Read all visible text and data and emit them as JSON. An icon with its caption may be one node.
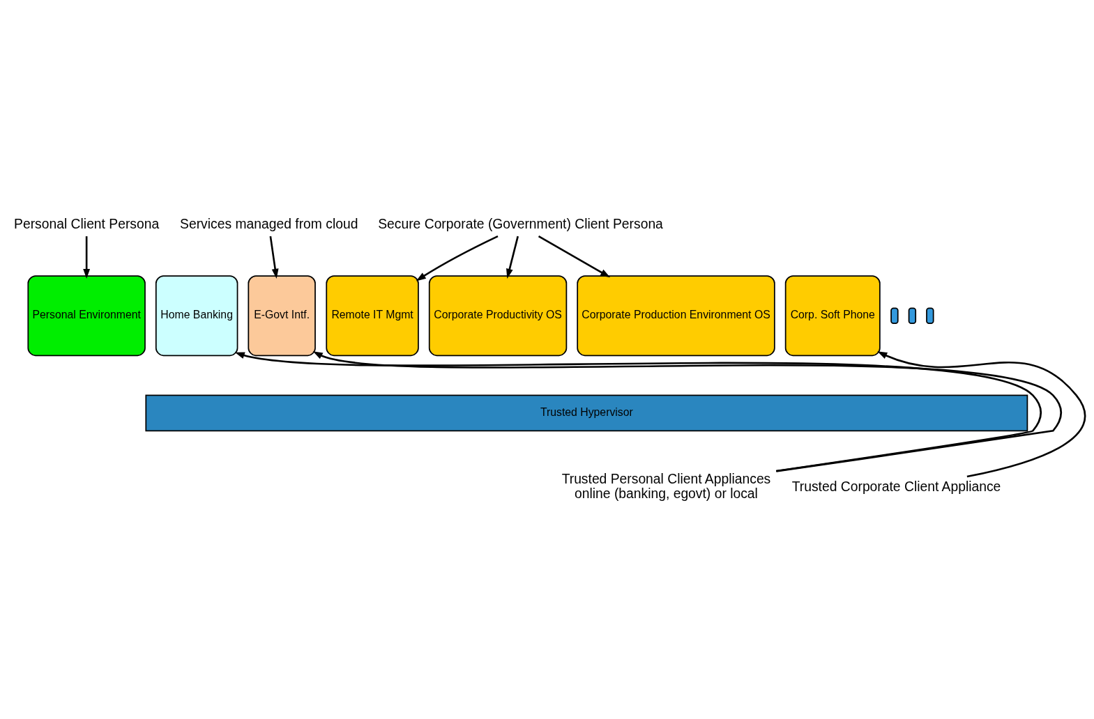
{
  "diagram": {
    "nodes": [
      {
        "text": [
          "Personal Client Persona"
        ]
      },
      {
        "text": [
          "Services managed from cloud"
        ]
      },
      {
        "text": [
          "Secure Corporate (Government) Client Persona"
        ]
      },
      {
        "text": [
          "Personal Environment"
        ]
      },
      {
        "text": [
          "Home Banking"
        ]
      },
      {
        "text": [
          "E-Govt Intf."
        ]
      },
      {
        "text": [
          "Remote IT Mgmt"
        ]
      },
      {
        "text": [
          "Corporate Productivity OS"
        ]
      },
      {
        "text": [
          "Corporate Production Environment OS"
        ]
      },
      {
        "text": [
          "Corp. Soft Phone"
        ]
      },
      {
        "text": [],
        "shape": "bar"
      },
      {
        "text": [],
        "shape": "bar"
      },
      {
        "text": [],
        "shape": "bar"
      },
      {
        "text": [
          "Trusted Hypervisor"
        ]
      },
      {
        "text": [
          "Trusted Personal Client Appliances",
          "online (banking, egovt) or local"
        ]
      },
      {
        "text": [
          "Trusted Corporate Client Appliance"
        ]
      }
    ],
    "edges": [
      {
        "from": 0,
        "to": 3,
        "arrow": "to"
      },
      {
        "from": 1,
        "to": 5,
        "arrow": "to"
      },
      {
        "from": 2,
        "to": 6,
        "arrow": "to"
      },
      {
        "from": 2,
        "to": 7,
        "arrow": "to"
      },
      {
        "from": 2,
        "to": 8,
        "arrow": "to"
      },
      {
        "from": 14,
        "to": 4,
        "arrow": "to"
      },
      {
        "from": 14,
        "to": 5,
        "arrow": "to"
      },
      {
        "from": 15,
        "to": 9,
        "arrow": "to"
      }
    ]
  }
}
